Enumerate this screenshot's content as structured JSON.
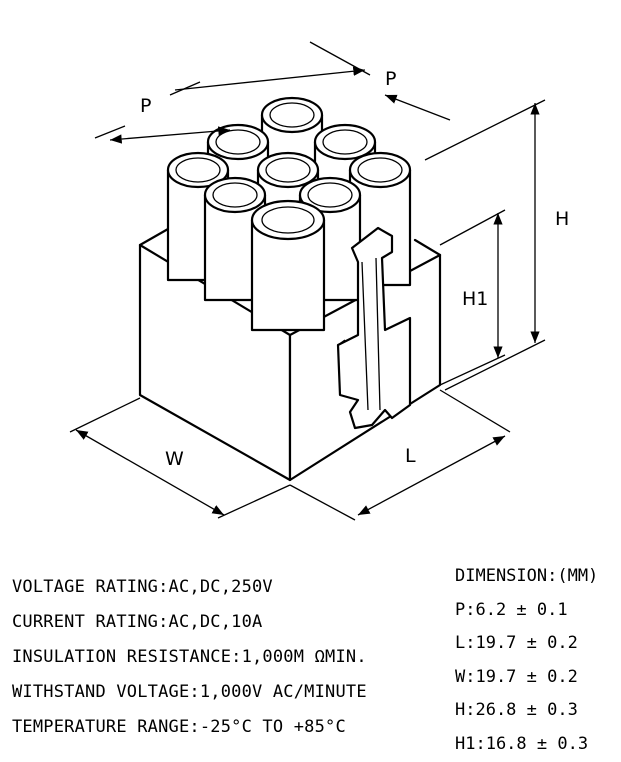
{
  "labels": {
    "p_left": "P",
    "p_right": "P",
    "h": "H",
    "h1": "H1",
    "w": "W",
    "l": "L"
  },
  "specs": [
    "VOLTAGE RATING:AC,DC,250V",
    "CURRENT RATING:AC,DC,10A",
    "INSULATION RESISTANCE:1,000M ΩMIN.",
    "WITHSTAND VOLTAGE:1,000V AC/MINUTE",
    "TEMPERATURE RANGE:-25°C TO +85°C"
  ],
  "dimensions": {
    "title": "DIMENSION:(MM)",
    "rows": [
      "P:6.2 ± 0.1",
      "L:19.7 ± 0.2",
      "W:19.7 ± 0.2",
      "H:26.8 ± 0.3",
      "H1:16.8 ± 0.3"
    ]
  }
}
